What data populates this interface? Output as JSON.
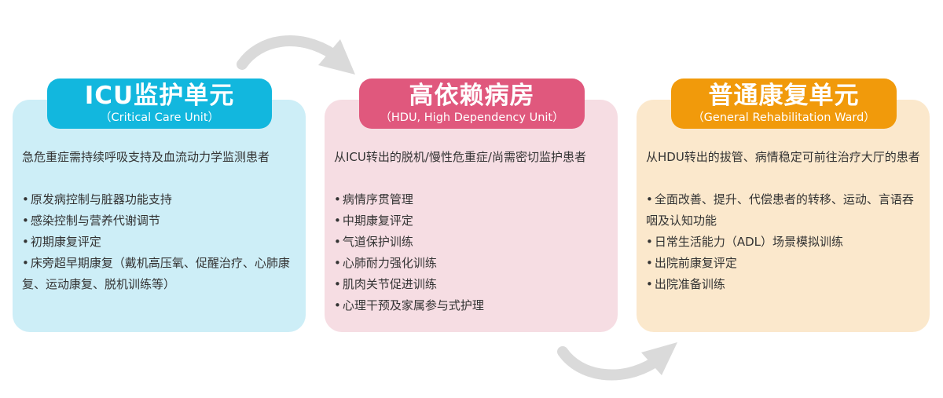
{
  "colors": {
    "icu": "#12b7de",
    "hdu": "#e0587d",
    "ward": "#f19a0b",
    "arrow": "#dadada"
  },
  "units": [
    {
      "title": "ICU监护单元",
      "subtitle": "（Critical Care Unit）",
      "description": "急危重症需持续呼吸支持及血流动力学监测患者",
      "items": [
        "原发病控制与脏器功能支持",
        "感染控制与营养代谢调节",
        "初期康复评定",
        "床旁超早期康复（戴机高压氧、促醒治疗、心肺康复、运动康复、脱机训练等）"
      ]
    },
    {
      "title": "高依赖病房",
      "subtitle": "（HDU, High Dependency Unit）",
      "description": "从ICU转出的脱机/慢性危重症/尚需密切监护患者",
      "items": [
        "病情序贯管理",
        "中期康复评定",
        "气道保护训练",
        "心肺耐力强化训练",
        "肌肉关节促进训练",
        "心理干预及家属参与式护理"
      ]
    },
    {
      "title": "普通康复单元",
      "subtitle": "（General Rehabilitation Ward）",
      "description": "从HDU转出的拔管、病情稳定可前往治疗大厅的患者",
      "items": [
        "全面改善、提升、代偿患者的转移、运动、言语吞咽及认知功能",
        "日常生活能力（ADL）场景模拟训练",
        "出院前康复评定",
        "出院准备训练"
      ]
    }
  ]
}
